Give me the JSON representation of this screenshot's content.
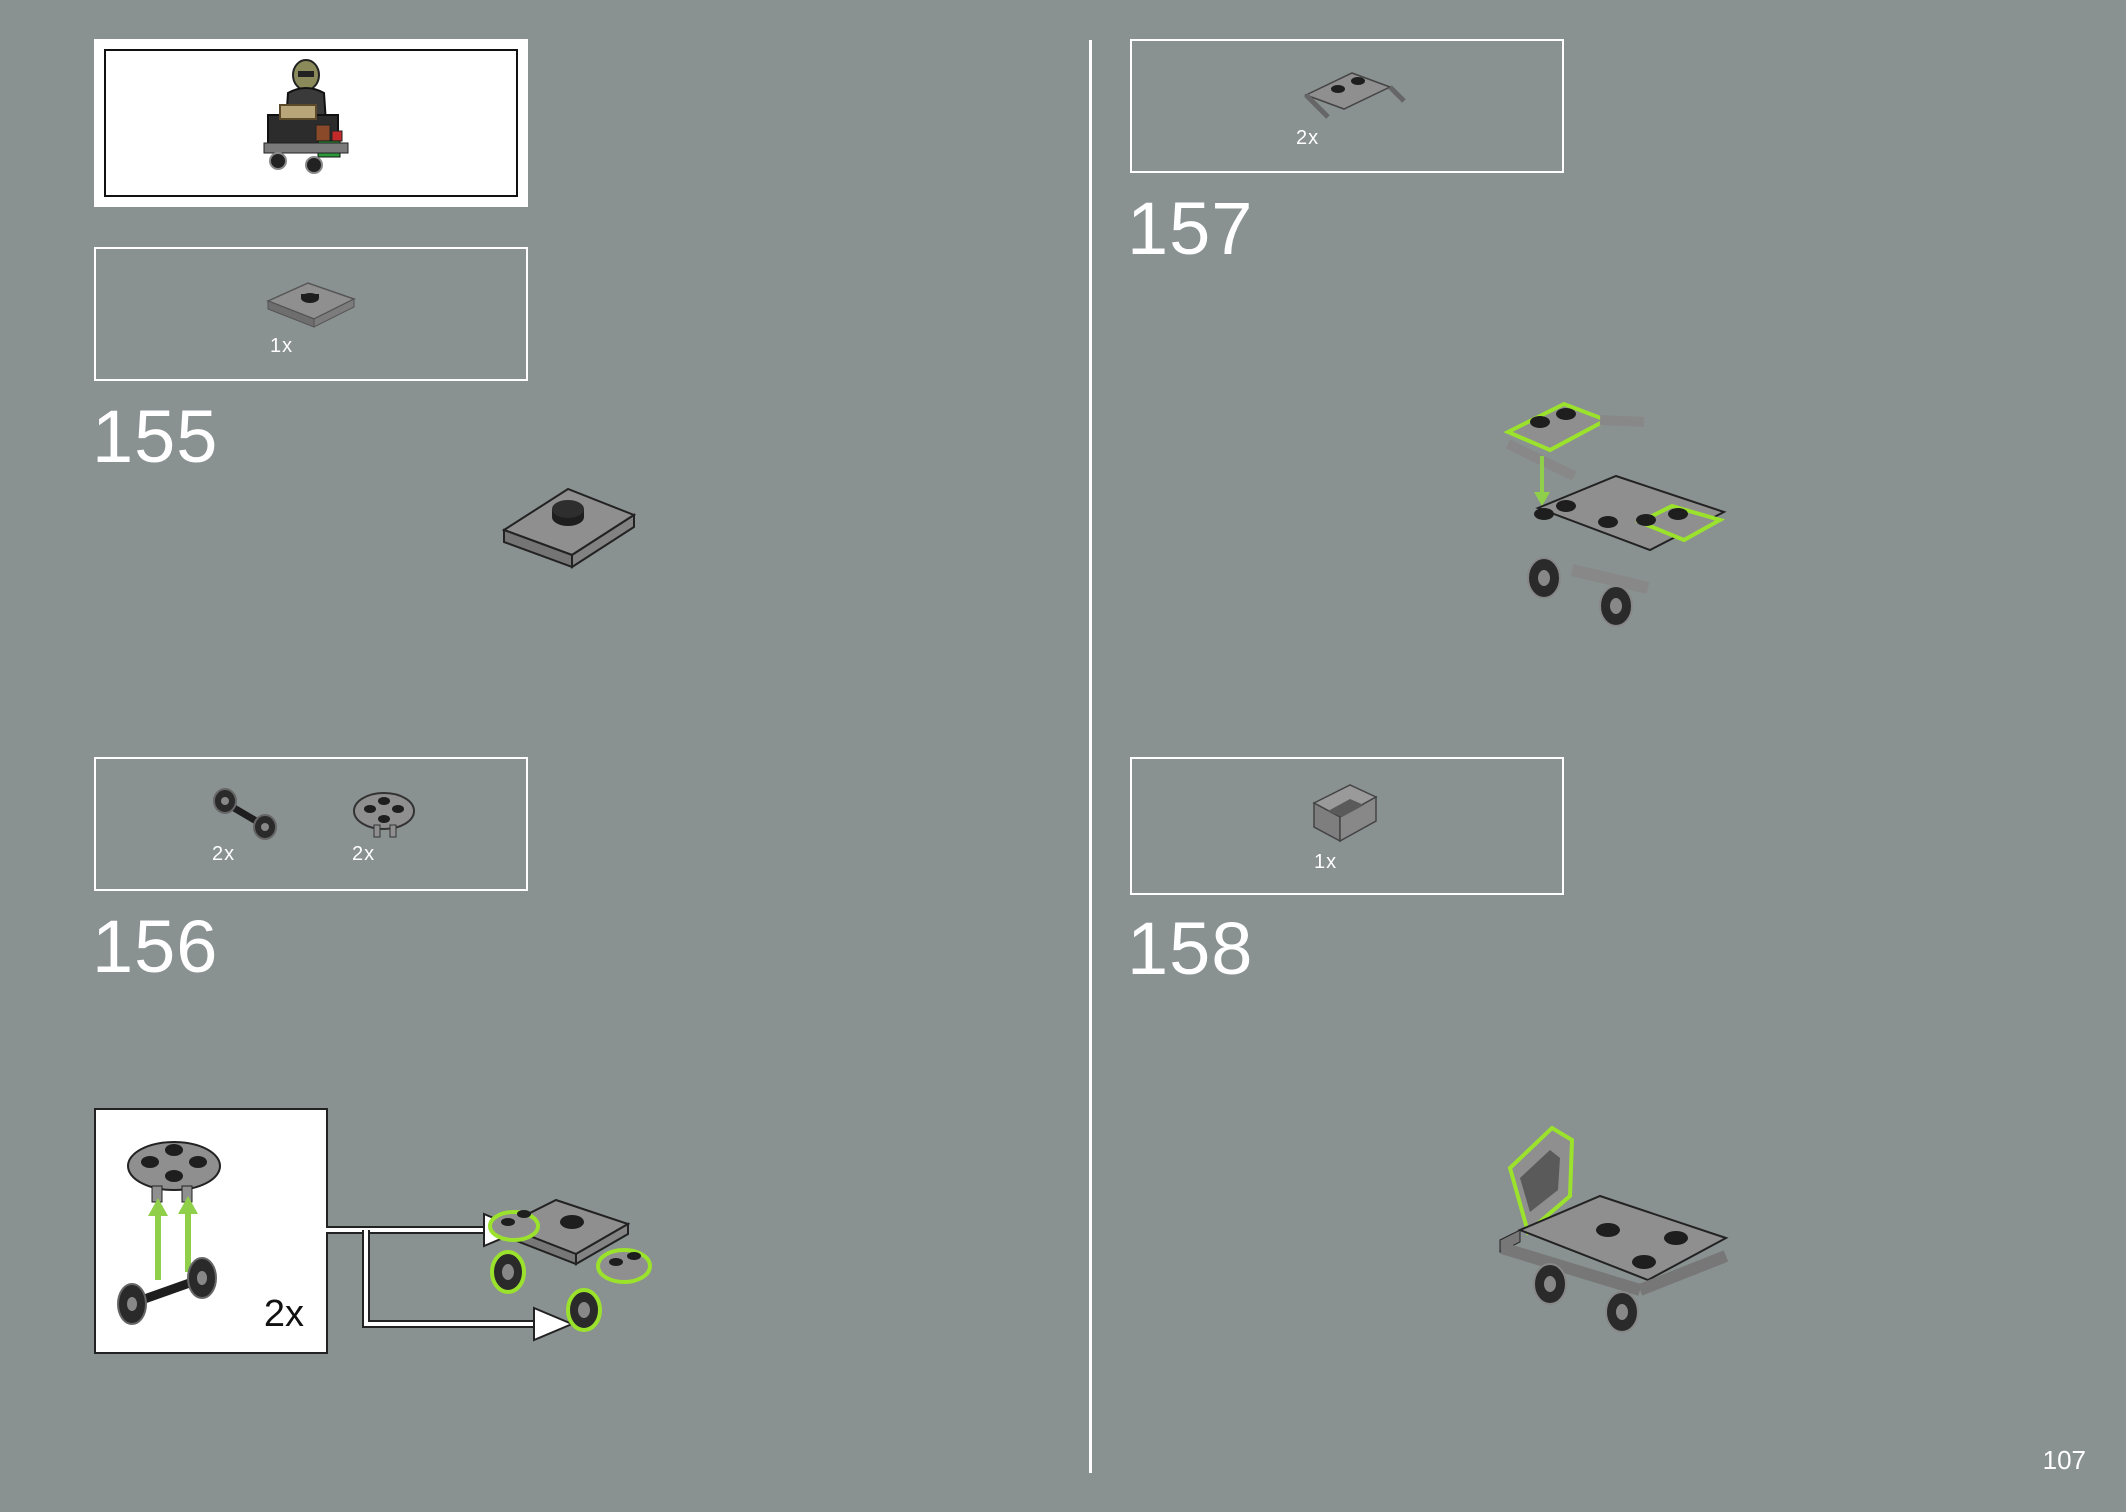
{
  "page": {
    "number": "107"
  },
  "left": {
    "step155": {
      "number": "155",
      "parts": [
        {
          "qty": "1x"
        }
      ]
    },
    "step156": {
      "number": "156",
      "parts": [
        {
          "qty": "2x"
        },
        {
          "qty": "2x"
        }
      ],
      "subassembly_qty": "2x"
    }
  },
  "right": {
    "step157": {
      "number": "157",
      "parts": [
        {
          "qty": "2x"
        }
      ]
    },
    "step158": {
      "number": "158",
      "parts": [
        {
          "qty": "1x"
        }
      ]
    }
  },
  "colors": {
    "background": "#8a9191",
    "highlight": "#9be22d",
    "arrow": "#8fcf4a",
    "brick": "#a0a0a0",
    "dark": "#1e1e1e"
  }
}
